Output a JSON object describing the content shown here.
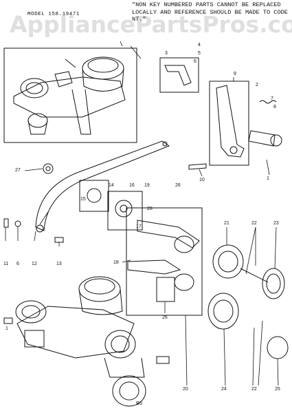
{
  "watermark": "AppliancePartsPros.com",
  "note": "\"NON KEY NUMBERED PARTS CANNOT BE REPLACED LOCALLY AND REFERENCE SHOULD BE MADE TO CODE NT.\"",
  "model_label": "MODEL 158.19471",
  "page_code": "B5",
  "callouts": {
    "c1a": "1",
    "c1b": "1",
    "c2": "2",
    "c3": "3",
    "c4": "4",
    "c5": "5",
    "c6a": "6",
    "c6b": "6",
    "c7": "7",
    "c8": "8",
    "c9": "9",
    "c10": "10",
    "c11": "11",
    "c12": "12",
    "c13": "13",
    "c14": "14",
    "c15": "15",
    "c16": "16",
    "c17": "17",
    "c18": "18",
    "c19": "19",
    "c20": "20",
    "c21": "21",
    "c22a": "22",
    "c22b": "22",
    "c23": "23",
    "c24": "24",
    "c25": "25",
    "c26a": "26",
    "c26b": "26",
    "c27": "27",
    "c28": "28"
  }
}
